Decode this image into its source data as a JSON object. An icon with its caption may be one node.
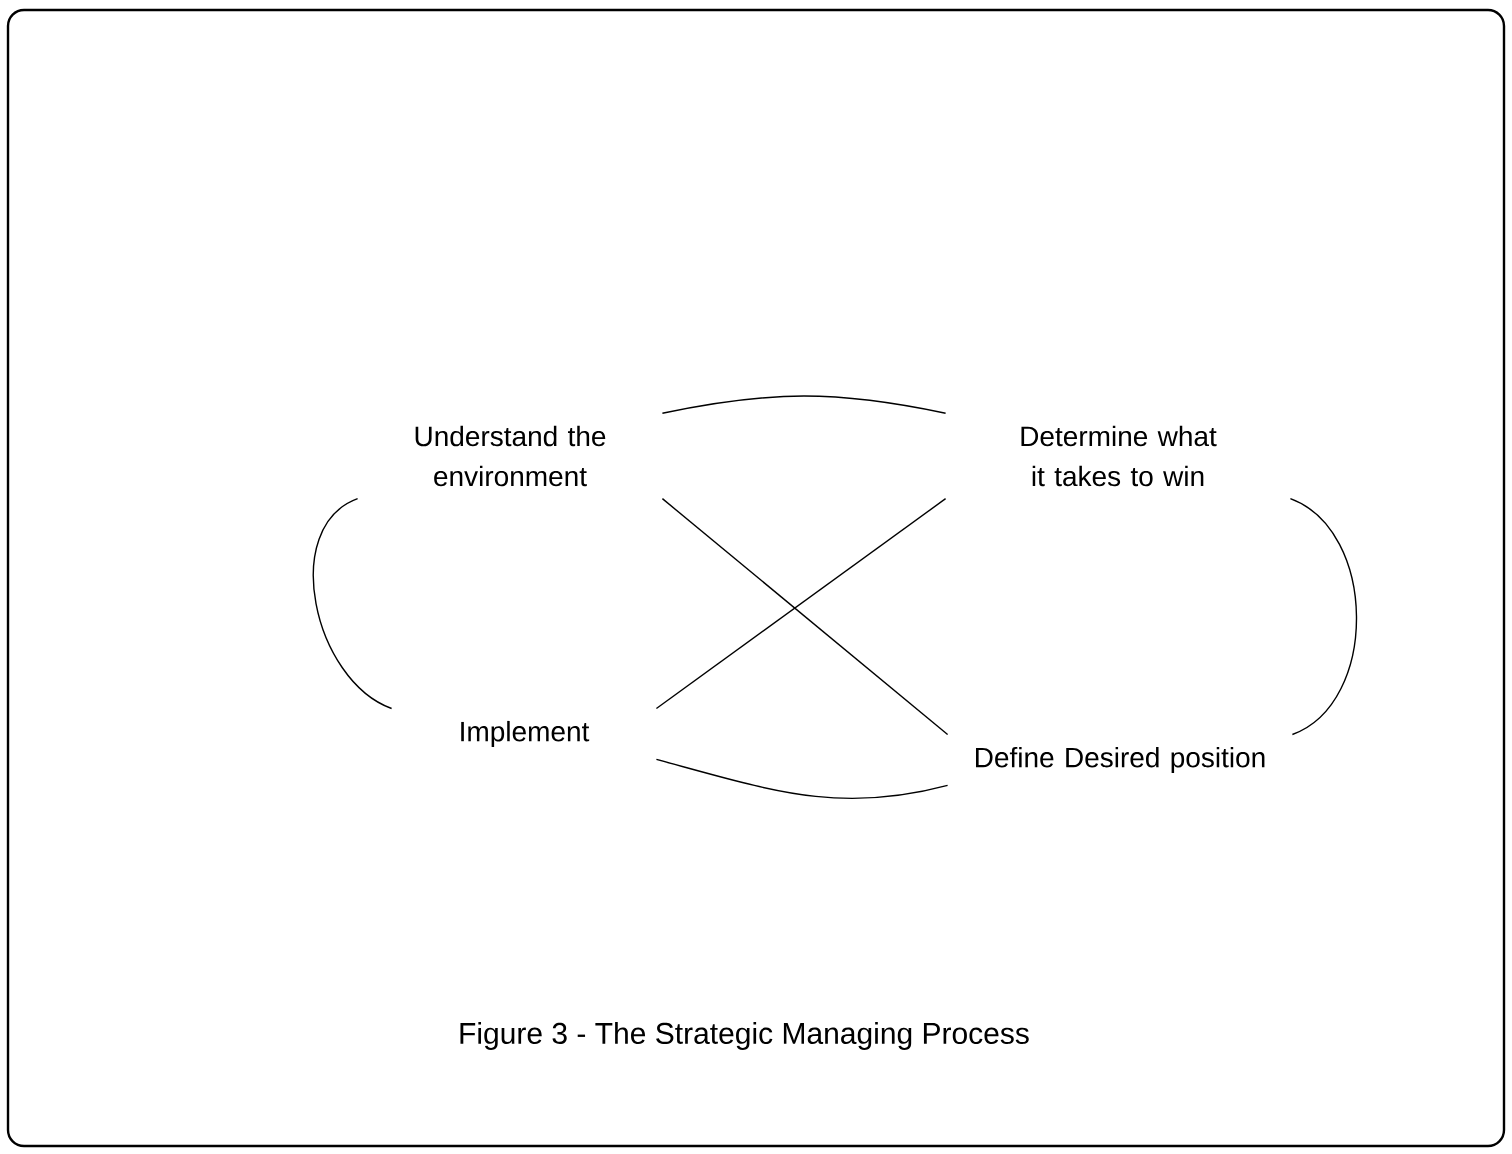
{
  "diagram": {
    "caption": "Figure 3 - The Strategic Managing Process",
    "nodes": [
      {
        "text": [
          "Understand the environment"
        ]
      },
      {
        "text": [
          "Determine what it takes to win"
        ]
      },
      {
        "text": [
          "Implement"
        ]
      },
      {
        "text": [
          "Define Desired position"
        ]
      }
    ],
    "edges": [
      {
        "from": 0,
        "to": 1,
        "arrow": "none"
      },
      {
        "from": 1,
        "to": 3,
        "arrow": "none"
      },
      {
        "from": 3,
        "to": 2,
        "arrow": "none"
      },
      {
        "from": 2,
        "to": 0,
        "arrow": "none"
      },
      {
        "from": 0,
        "to": 3,
        "arrow": "none"
      },
      {
        "from": 2,
        "to": 1,
        "arrow": "none"
      }
    ]
  }
}
